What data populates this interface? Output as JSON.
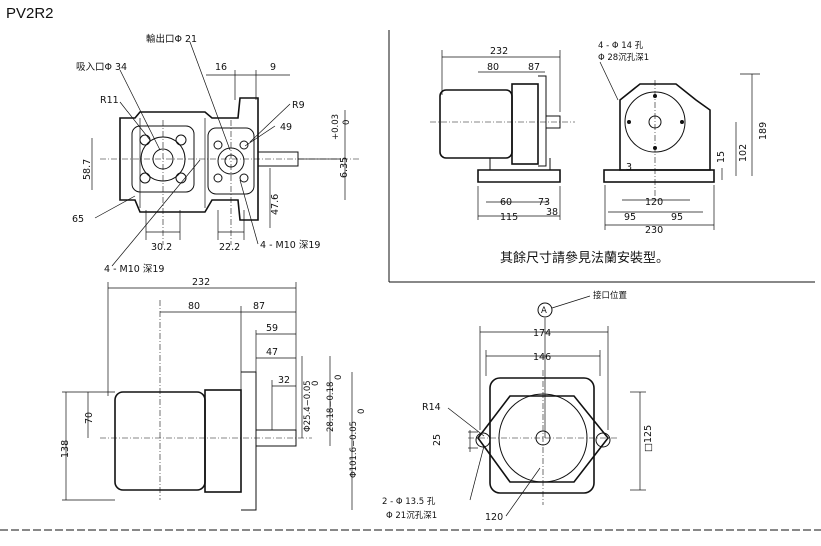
{
  "title": "PV2R2",
  "note": "其餘尺寸請參見法蘭安裝型。",
  "top_left_view": {
    "outlet_label": "輸出口Φ 21",
    "inlet_label": "吸入口Φ 34",
    "dims": {
      "d16": "16",
      "d9": "9",
      "r11": "R11",
      "r9": "R9",
      "d49": "49",
      "tol_top": "+0.03",
      "tol_bot": "0",
      "shaft": "6.35",
      "d58_7": "58.7",
      "d47_6": "47.6",
      "d65": "65",
      "d30_2": "30.2",
      "d22_2": "22.2",
      "m10_right": "4 - M10 深19",
      "m10_left": "4 - M10 深19"
    }
  },
  "top_middle_view": {
    "dims": {
      "d232": "232",
      "d80": "80",
      "d87": "87",
      "d60": "60",
      "d73": "73",
      "d115": "115",
      "d38": "38"
    }
  },
  "top_right_view": {
    "holes_label": "4 - Φ 14 孔",
    "counterbore_label": "Φ 28沉孔深1",
    "dims": {
      "d3": "3",
      "d15": "15",
      "d102": "102",
      "d189": "189",
      "d120": "120",
      "d95a": "95",
      "d95b": "95",
      "d230": "230"
    }
  },
  "bottom_left_view": {
    "dims": {
      "d232": "232",
      "d80": "80",
      "d87": "87",
      "d59": "59",
      "d47": "47",
      "d32": "32",
      "d70": "70",
      "d138": "138",
      "shaft_dia": "Φ25.4−0.05",
      "shaft_dia_tol": "0",
      "key": "28.18−0.18",
      "key_tol": "0",
      "pilot": "Φ101.6−0.05",
      "pilot_tol": "0"
    }
  },
  "bottom_right_view": {
    "port_label": "接口位置",
    "port_marker": "A",
    "dims": {
      "d174": "174",
      "d146": "146",
      "r14": "R14",
      "d25": "25",
      "d125": "□125",
      "d120": "120",
      "holes": "2 - Φ 13.5 孔",
      "cb": "Φ 21沉孔深1"
    }
  }
}
